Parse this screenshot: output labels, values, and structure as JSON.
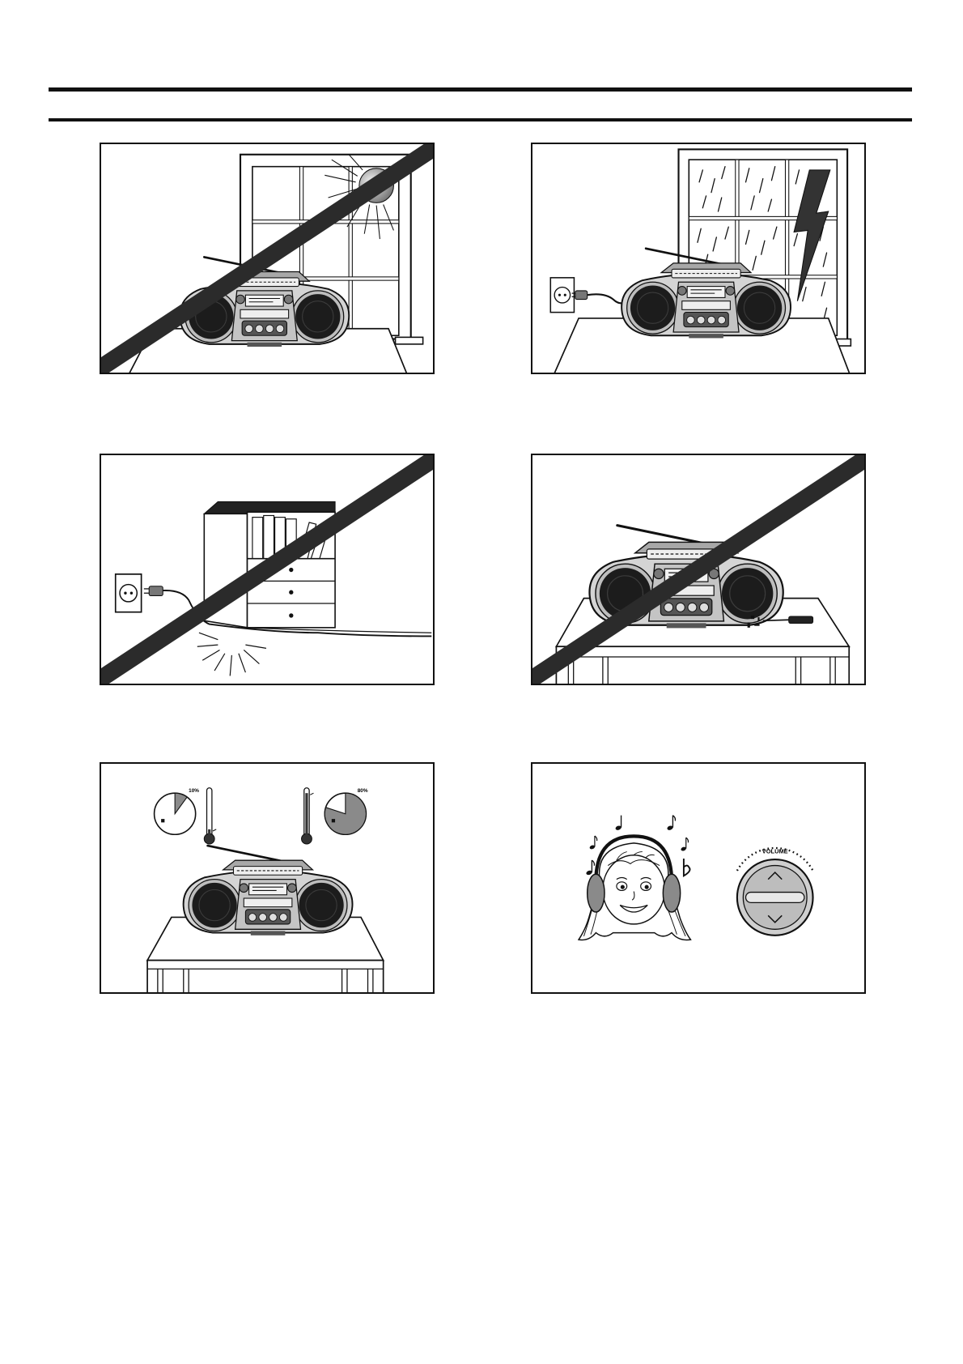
{
  "volume_knob": {
    "label": "VOLUME"
  },
  "humidity": {
    "low": "10%",
    "high": "80%"
  },
  "colors": {
    "ink": "#111111",
    "prohibition_stroke": "#2b2b2b",
    "device_body": "#d4d4d4",
    "speaker": "#1c1c1c",
    "shading": "#8a8a8a"
  },
  "icons": [
    "boombox",
    "wall-socket-icon",
    "plug-icon",
    "music-note-icon",
    "flat-sign-icon",
    "thermometer-icon",
    "humidity-pie-icon",
    "volume-knob-icon",
    "screwdriver-icon",
    "lightning-icon",
    "sun-icon",
    "prohibition-strike"
  ]
}
